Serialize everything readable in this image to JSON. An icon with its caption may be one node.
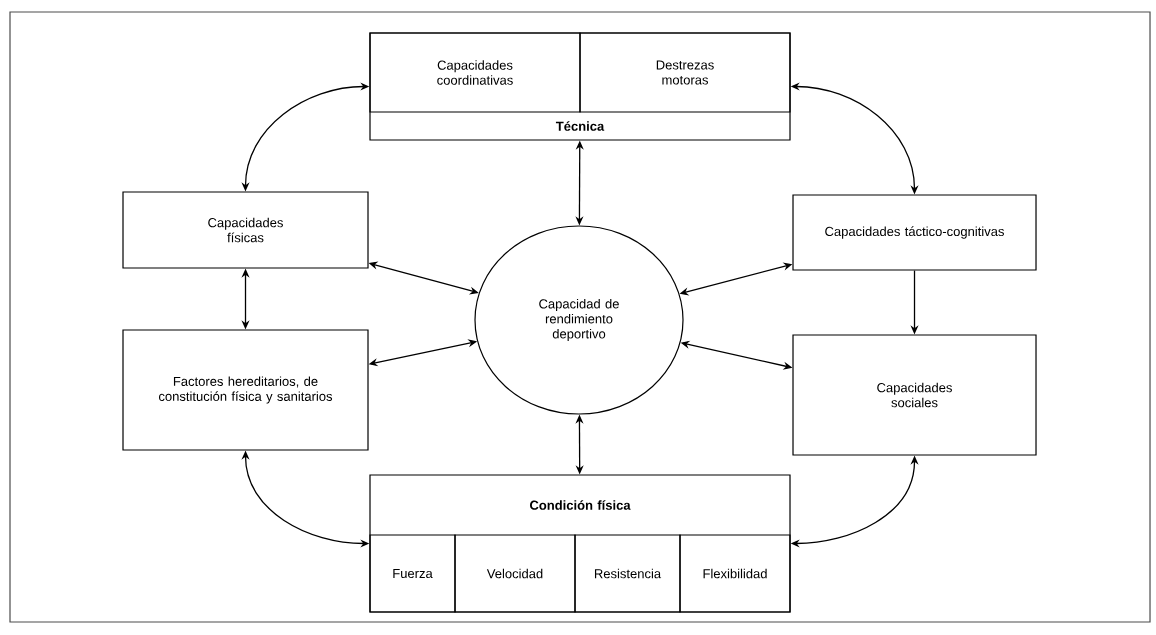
{
  "diagram": {
    "nodes": [
      {
        "text": [
          "Técnica"
        ]
      },
      {
        "text": [
          "Capacidades coordinativas"
        ],
        "in": 0
      },
      {
        "text": [
          "Destrezas motoras"
        ],
        "in": 0
      },
      {
        "text": [
          "Capacidades físicas"
        ]
      },
      {
        "text": [
          "Capacidad de rendimiento deportivo"
        ]
      },
      {
        "text": [
          "Capacidades táctico-cognitivas"
        ]
      },
      {
        "text": [
          "Factores hereditarios, de constitución física y sanitarios"
        ]
      },
      {
        "text": [
          "Capacidades sociales"
        ]
      },
      {
        "text": [
          "Condición física"
        ]
      },
      {
        "text": [
          "Fuerza"
        ],
        "in": 8
      },
      {
        "text": [
          "Velocidad"
        ],
        "in": 8
      },
      {
        "text": [
          "Resistencia"
        ],
        "in": 8
      },
      {
        "text": [
          "Flexibilidad"
        ],
        "in": 8
      }
    ],
    "edges": [
      {
        "from": 0,
        "to": 3,
        "arrow": "both"
      },
      {
        "from": 0,
        "to": 5,
        "arrow": "both"
      },
      {
        "from": 0,
        "to": 4,
        "arrow": "both"
      },
      {
        "from": 3,
        "to": 4,
        "arrow": "both"
      },
      {
        "from": 5,
        "to": 4,
        "arrow": "both"
      },
      {
        "from": 3,
        "to": 6,
        "arrow": "both"
      },
      {
        "from": 5,
        "to": 7,
        "arrow": "to"
      },
      {
        "from": 6,
        "to": 4,
        "arrow": "both"
      },
      {
        "from": 7,
        "to": 4,
        "arrow": "both"
      },
      {
        "from": 4,
        "to": 8,
        "arrow": "both"
      },
      {
        "from": 6,
        "to": 8,
        "arrow": "both"
      },
      {
        "from": 7,
        "to": 8,
        "arrow": "both"
      }
    ]
  }
}
